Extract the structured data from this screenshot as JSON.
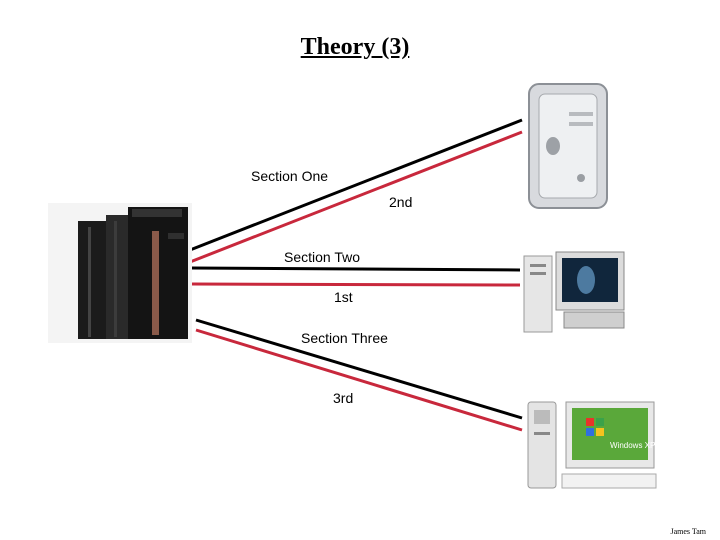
{
  "title": "Theory (3)",
  "labels": {
    "section_one": "Section One",
    "second": "2nd",
    "section_two": "Section Two",
    "first": "1st",
    "section_three": "Section Three",
    "third": "3rd"
  },
  "footer": "James Tam",
  "colors": {
    "request_line": "#000000",
    "response_line": "#c8283c"
  },
  "devices": [
    "mainframe-server",
    "mac-tower-computer",
    "crt-monitor-computer",
    "windows-xp-computer"
  ],
  "monitor_text": "Windows XP"
}
